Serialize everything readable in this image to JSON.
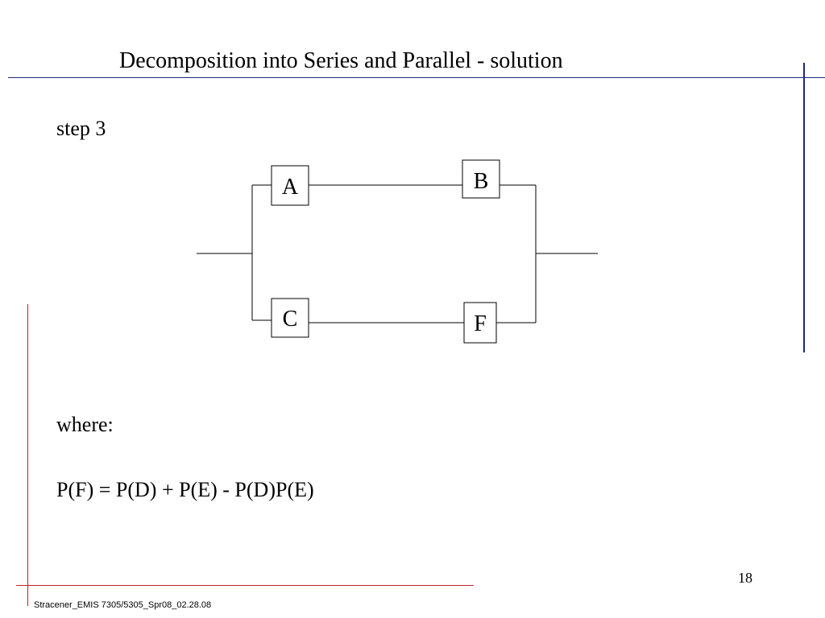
{
  "slide": {
    "title": "Decomposition into Series and Parallel - solution",
    "step_label": "step 3",
    "where_label": "where:",
    "formula": "P(F) = P(D) + P(E) - P(D)P(E)",
    "page_number": "18",
    "footer": "Stracener_EMIS 7305/5305_Spr08_02.28.08"
  },
  "diagram": {
    "blocks": [
      "A",
      "B",
      "C",
      "F"
    ]
  },
  "colors": {
    "blue_rule": "#1f2a7a",
    "red_rule": "#c0202a",
    "line": "#000000"
  }
}
